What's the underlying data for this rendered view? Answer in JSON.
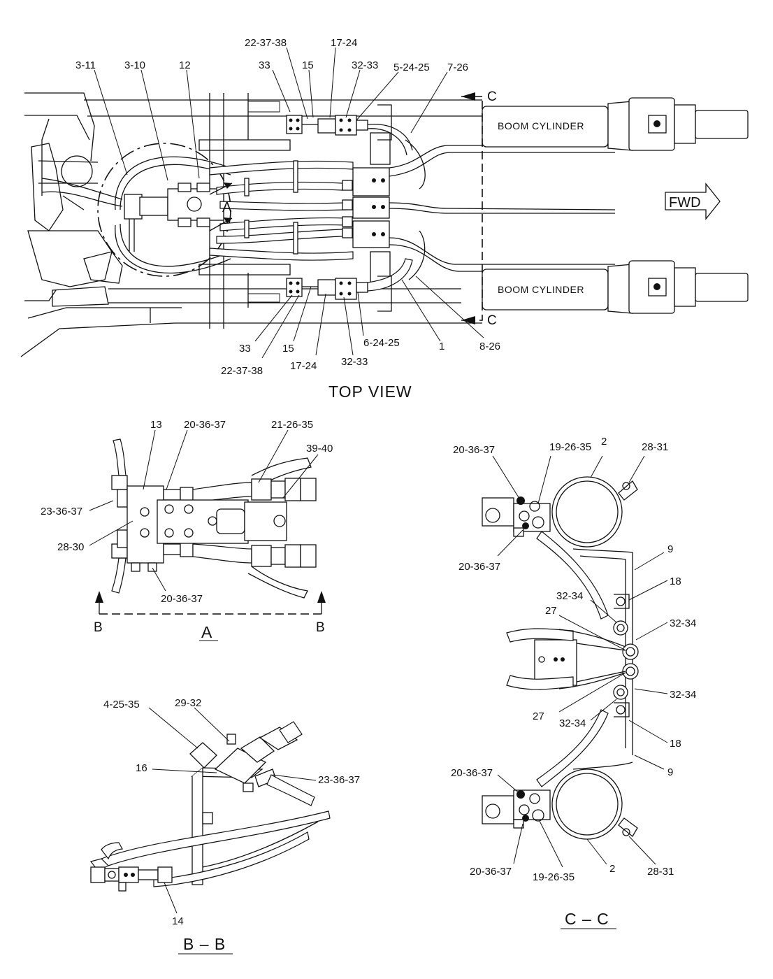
{
  "views": {
    "top": "TOP  VIEW",
    "a": "A",
    "bb": "B – B",
    "cc": "C – C"
  },
  "top_labels": [
    {
      "id": "3-11",
      "text": "3-11"
    },
    {
      "id": "3-10",
      "text": "3-10"
    },
    {
      "id": "12",
      "text": "12"
    },
    {
      "id": "33-top",
      "text": "33"
    },
    {
      "id": "22-37-38-top",
      "text": "22-37-38"
    },
    {
      "id": "15-top",
      "text": "15"
    },
    {
      "id": "17-24-top",
      "text": "17-24"
    },
    {
      "id": "32-33-top",
      "text": "32-33"
    },
    {
      "id": "5-24-25",
      "text": "5-24-25"
    },
    {
      "id": "7-26",
      "text": "7-26"
    },
    {
      "id": "33-bot",
      "text": "33"
    },
    {
      "id": "22-37-38-bot",
      "text": "22-37-38"
    },
    {
      "id": "15-bot",
      "text": "15"
    },
    {
      "id": "17-24-bot",
      "text": "17-24"
    },
    {
      "id": "32-33-bot",
      "text": "32-33"
    },
    {
      "id": "6-24-25",
      "text": "6-24-25"
    },
    {
      "id": "1",
      "text": "1"
    },
    {
      "id": "8-26",
      "text": "8-26"
    }
  ],
  "top_marks": {
    "section_c": "C",
    "detail_a": "A",
    "boom_cylinder": "BOOM CYLINDER",
    "fwd": "FWD"
  },
  "a_labels": [
    {
      "id": "13",
      "text": "13"
    },
    {
      "id": "20-36-37-a1",
      "text": "20-36-37"
    },
    {
      "id": "21-26-35",
      "text": "21-26-35"
    },
    {
      "id": "39-40",
      "text": "39-40"
    },
    {
      "id": "23-36-37-a",
      "text": "23-36-37"
    },
    {
      "id": "28-30",
      "text": "28-30"
    },
    {
      "id": "20-36-37-a2",
      "text": "20-36-37"
    }
  ],
  "a_marks": {
    "section_b": "B"
  },
  "bb_labels": [
    {
      "id": "4-25-35",
      "text": "4-25-35"
    },
    {
      "id": "29-32",
      "text": "29-32"
    },
    {
      "id": "16",
      "text": "16"
    },
    {
      "id": "23-36-37-b",
      "text": "23-36-37"
    },
    {
      "id": "14",
      "text": "14"
    }
  ],
  "cc_labels": [
    {
      "id": "20-36-37-c1",
      "text": "20-36-37"
    },
    {
      "id": "19-26-35-c1",
      "text": "19-26-35"
    },
    {
      "id": "2-c1",
      "text": "2"
    },
    {
      "id": "28-31-c1",
      "text": "28-31"
    },
    {
      "id": "20-36-37-c2",
      "text": "20-36-37"
    },
    {
      "id": "9-c1",
      "text": "9"
    },
    {
      "id": "18-c1",
      "text": "18"
    },
    {
      "id": "32-34-c1",
      "text": "32-34"
    },
    {
      "id": "27-c1",
      "text": "27"
    },
    {
      "id": "32-34-c2",
      "text": "32-34"
    },
    {
      "id": "32-34-c3",
      "text": "32-34"
    },
    {
      "id": "27-c2",
      "text": "27"
    },
    {
      "id": "32-34-c4",
      "text": "32-34"
    },
    {
      "id": "18-c2",
      "text": "18"
    },
    {
      "id": "9-c2",
      "text": "9"
    },
    {
      "id": "20-36-37-c3",
      "text": "20-36-37"
    },
    {
      "id": "20-36-37-c4",
      "text": "20-36-37"
    },
    {
      "id": "19-26-35-c2",
      "text": "19-26-35"
    },
    {
      "id": "2-c2",
      "text": "2"
    },
    {
      "id": "28-31-c2",
      "text": "28-31"
    }
  ]
}
